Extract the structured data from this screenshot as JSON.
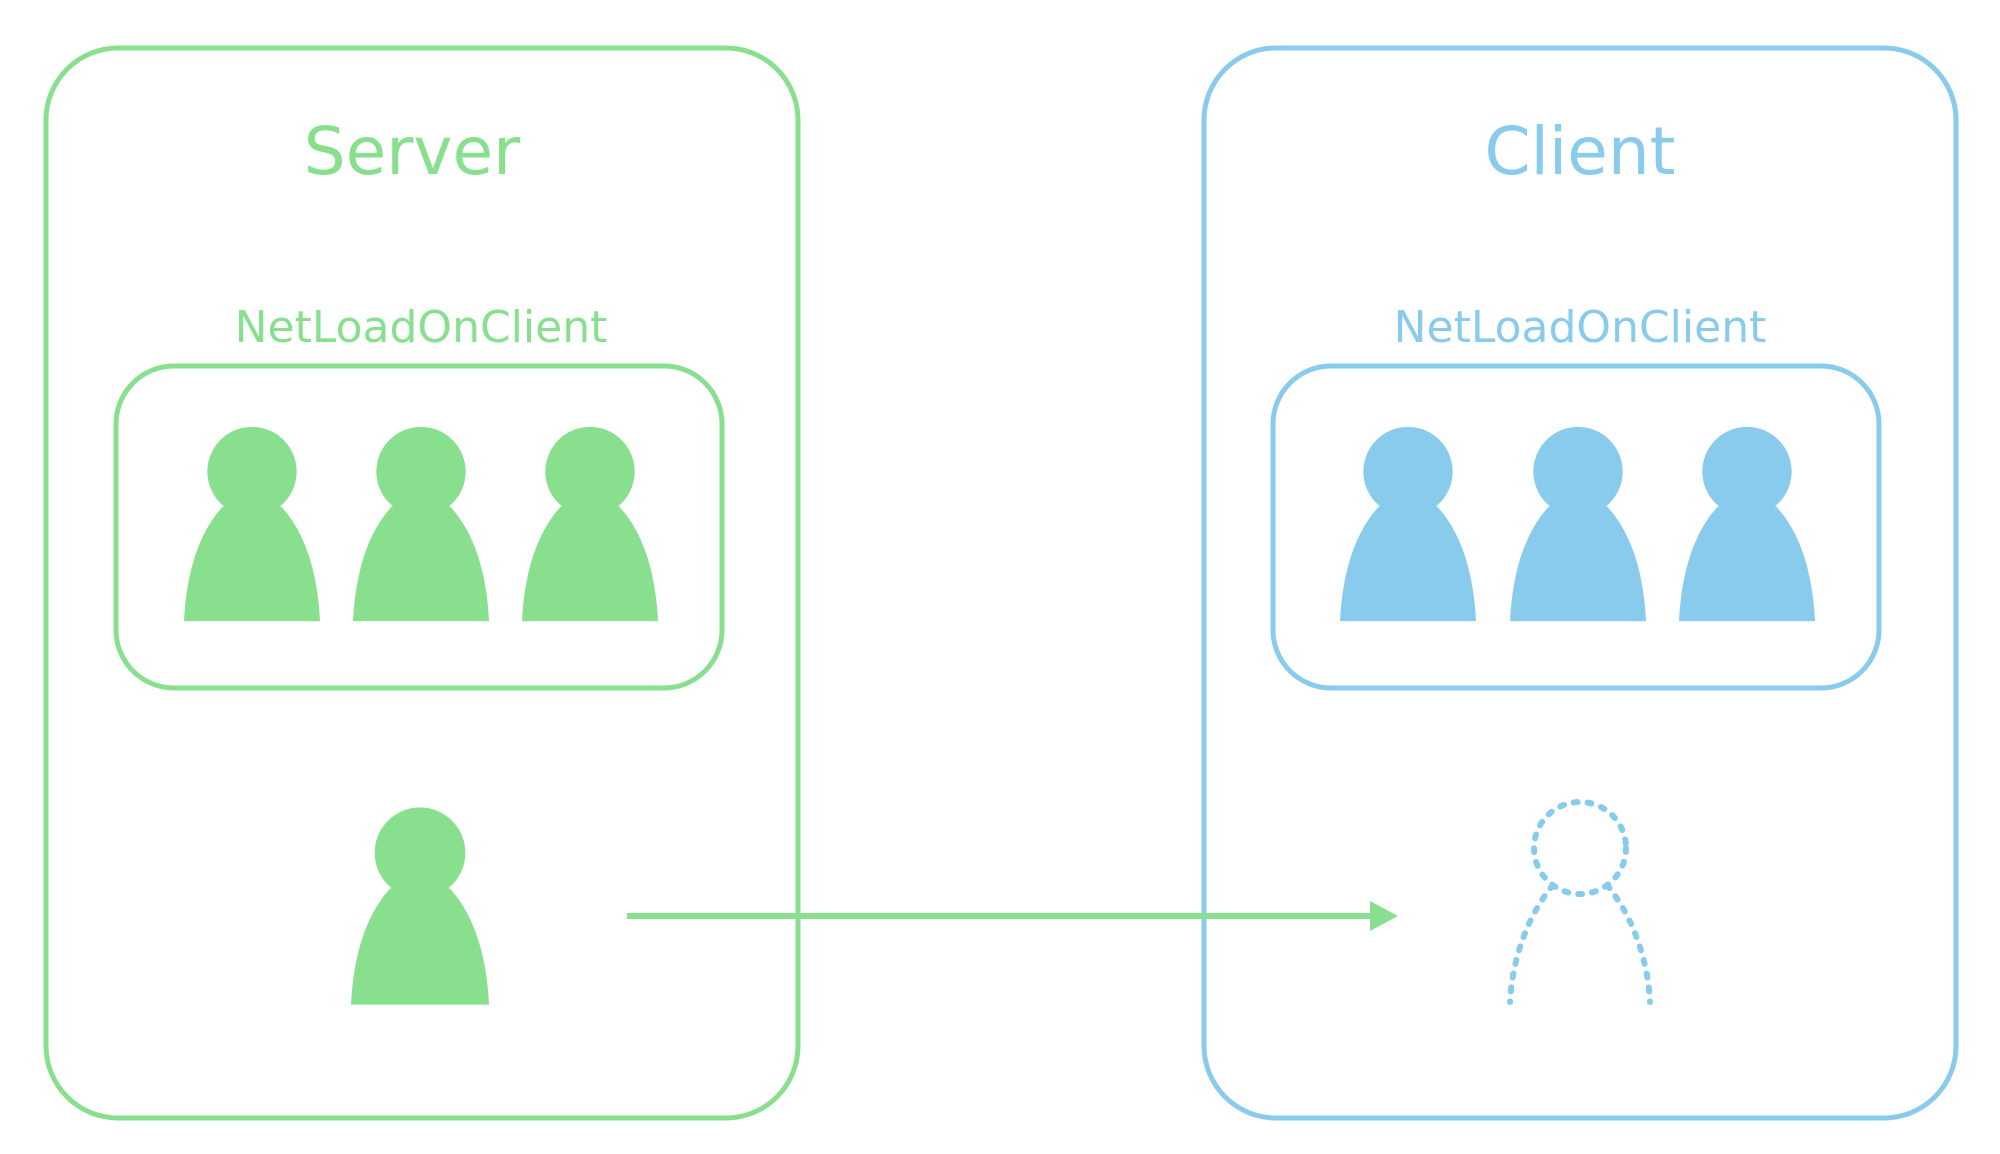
{
  "server": {
    "title": "Server",
    "group_label": "NetLoadOnClient",
    "color": "#88e08e"
  },
  "client": {
    "title": "Client",
    "group_label": "NetLoadOnClient",
    "color": "#88cbec"
  },
  "arrow": {
    "color": "#88e08e",
    "from": "server-spawned-person",
    "to": "client-pending-person"
  },
  "icons": {
    "person": "person-icon",
    "pending_person": "dotted-person-icon"
  }
}
